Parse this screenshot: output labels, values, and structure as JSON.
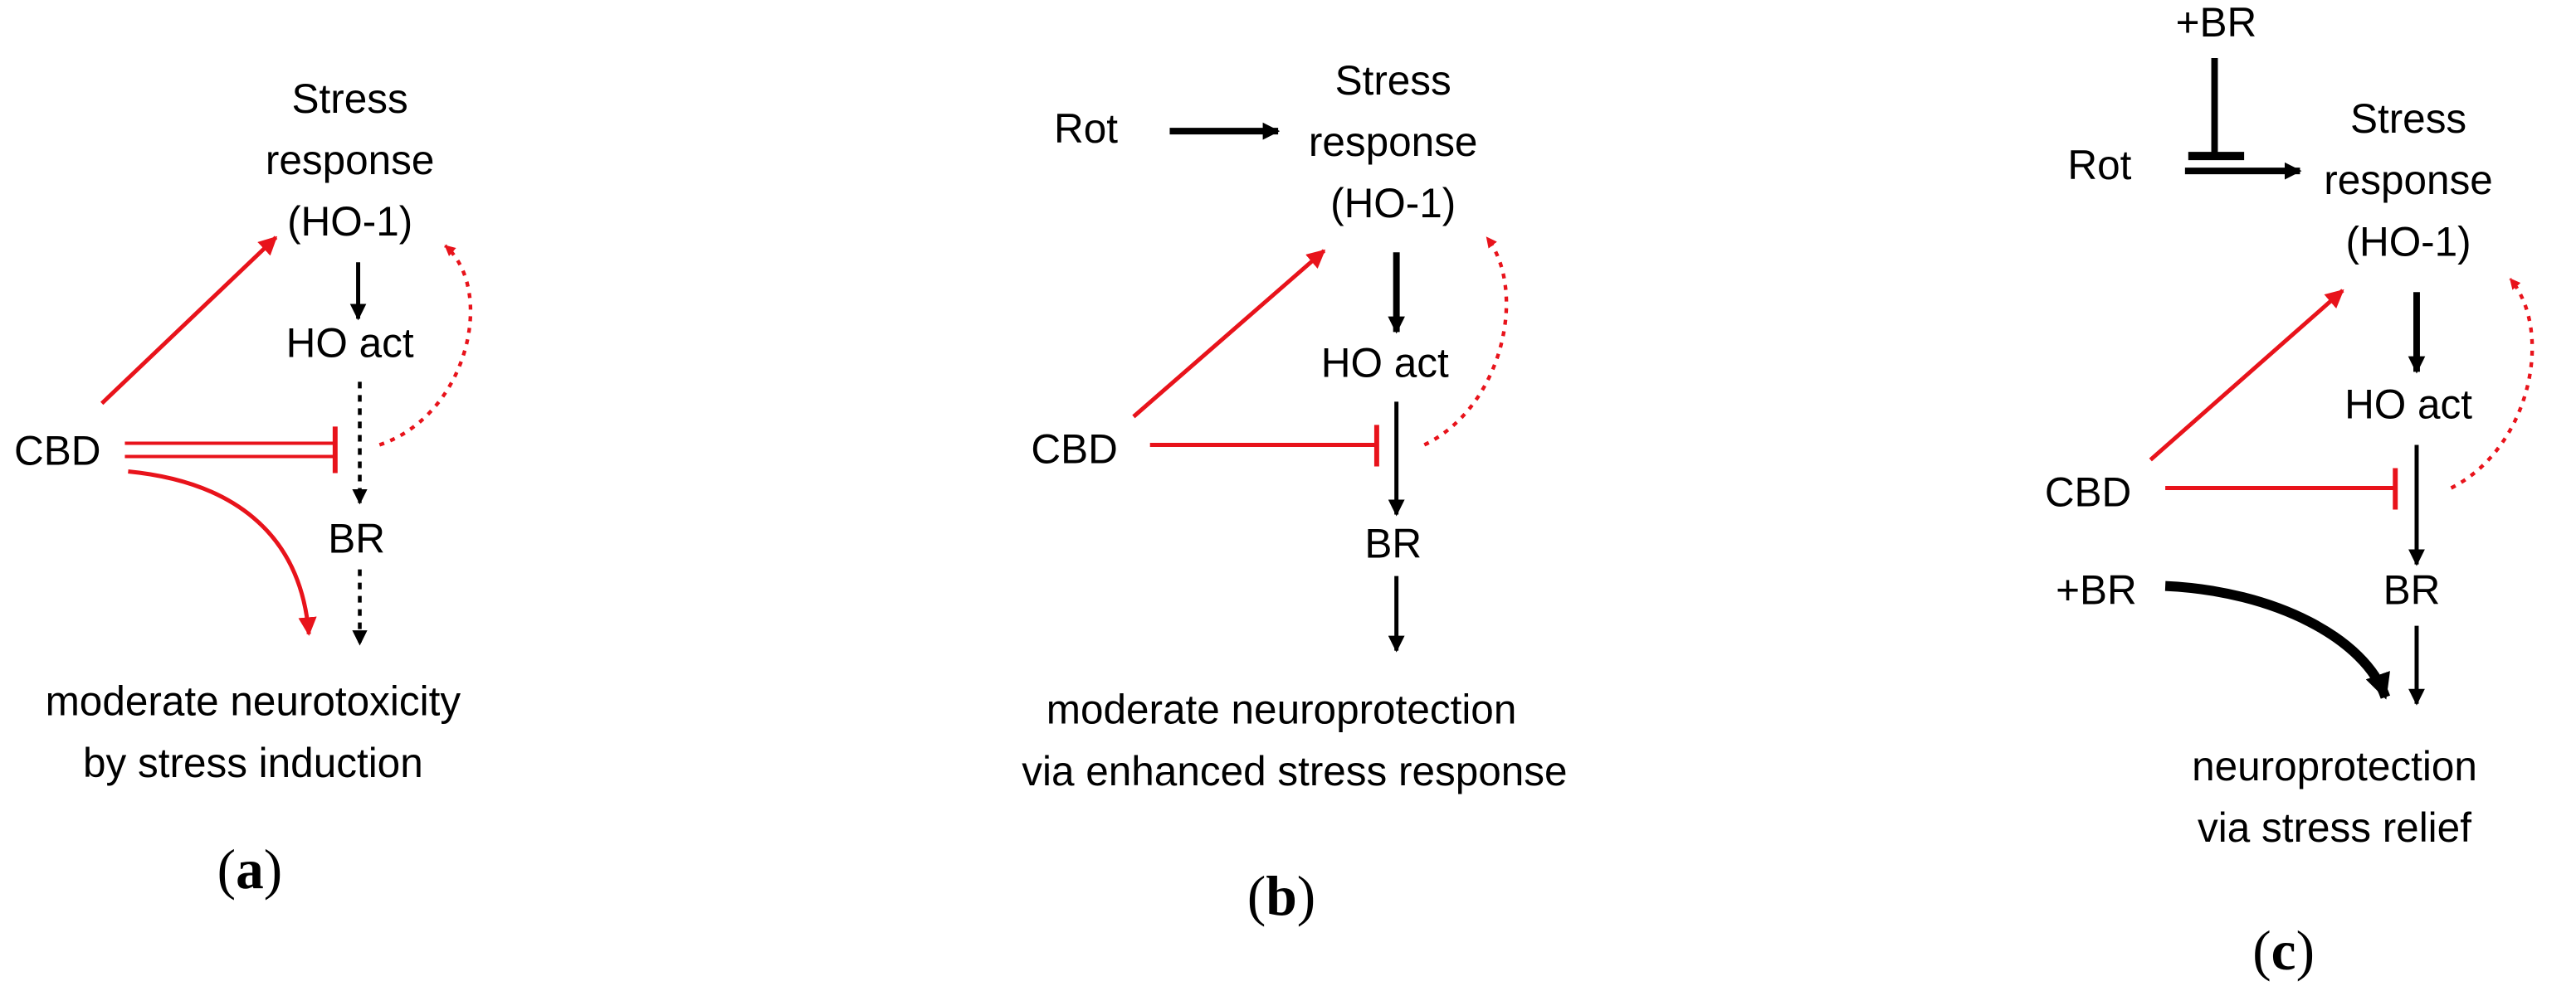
{
  "colors": {
    "text": "#000000",
    "red": "#e8131b",
    "background": "#ffffff"
  },
  "panels": [
    {
      "caption": "a",
      "stress_line1": "Stress",
      "stress_line2": "response",
      "stress_line3": "(HO-1)",
      "ho_act": "HO act",
      "cbd": "CBD",
      "br": "BR",
      "outcome_line1": "moderate neurotoxicity",
      "outcome_line2": "by stress induction"
    },
    {
      "caption": "b",
      "rot": "Rot",
      "stress_line1": "Stress",
      "stress_line2": "response",
      "stress_line3": "(HO-1)",
      "ho_act": "HO act",
      "cbd": "CBD",
      "br": "BR",
      "outcome_line1": "moderate neuroprotection",
      "outcome_line2": "via enhanced stress response"
    },
    {
      "caption": "c",
      "plus_br_top": "+BR",
      "rot": "Rot",
      "stress_line1": "Stress",
      "stress_line2": "response",
      "stress_line3": "(HO-1)",
      "ho_act": "HO act",
      "cbd": "CBD",
      "plus_br_left": "+BR",
      "br": "BR",
      "outcome_line1": "neuroprotection",
      "outcome_line2": "via stress relief"
    }
  ]
}
